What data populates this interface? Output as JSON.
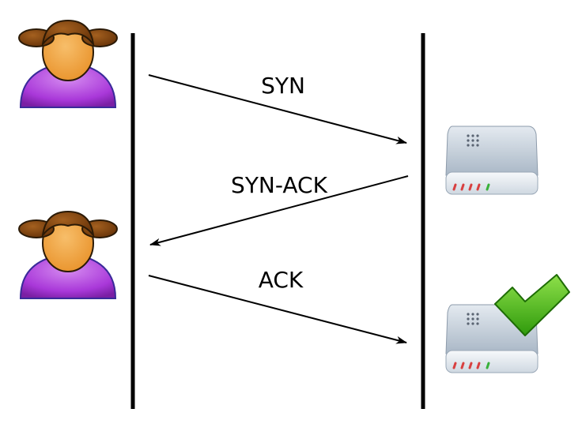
{
  "messages": [
    {
      "label": "SYN"
    },
    {
      "label": "SYN-ACK"
    },
    {
      "label": "ACK"
    }
  ],
  "participants": {
    "client": {
      "icon": "person-icon"
    },
    "server": {
      "icon": "modem-icon",
      "established_icon": "checkmark-icon"
    }
  },
  "colors": {
    "line": "#000000",
    "hair": "#7a3f0c",
    "face": "#f2a444",
    "shirt": "#a938d9",
    "device": "#b3c0ce",
    "check": "#3fae12"
  }
}
